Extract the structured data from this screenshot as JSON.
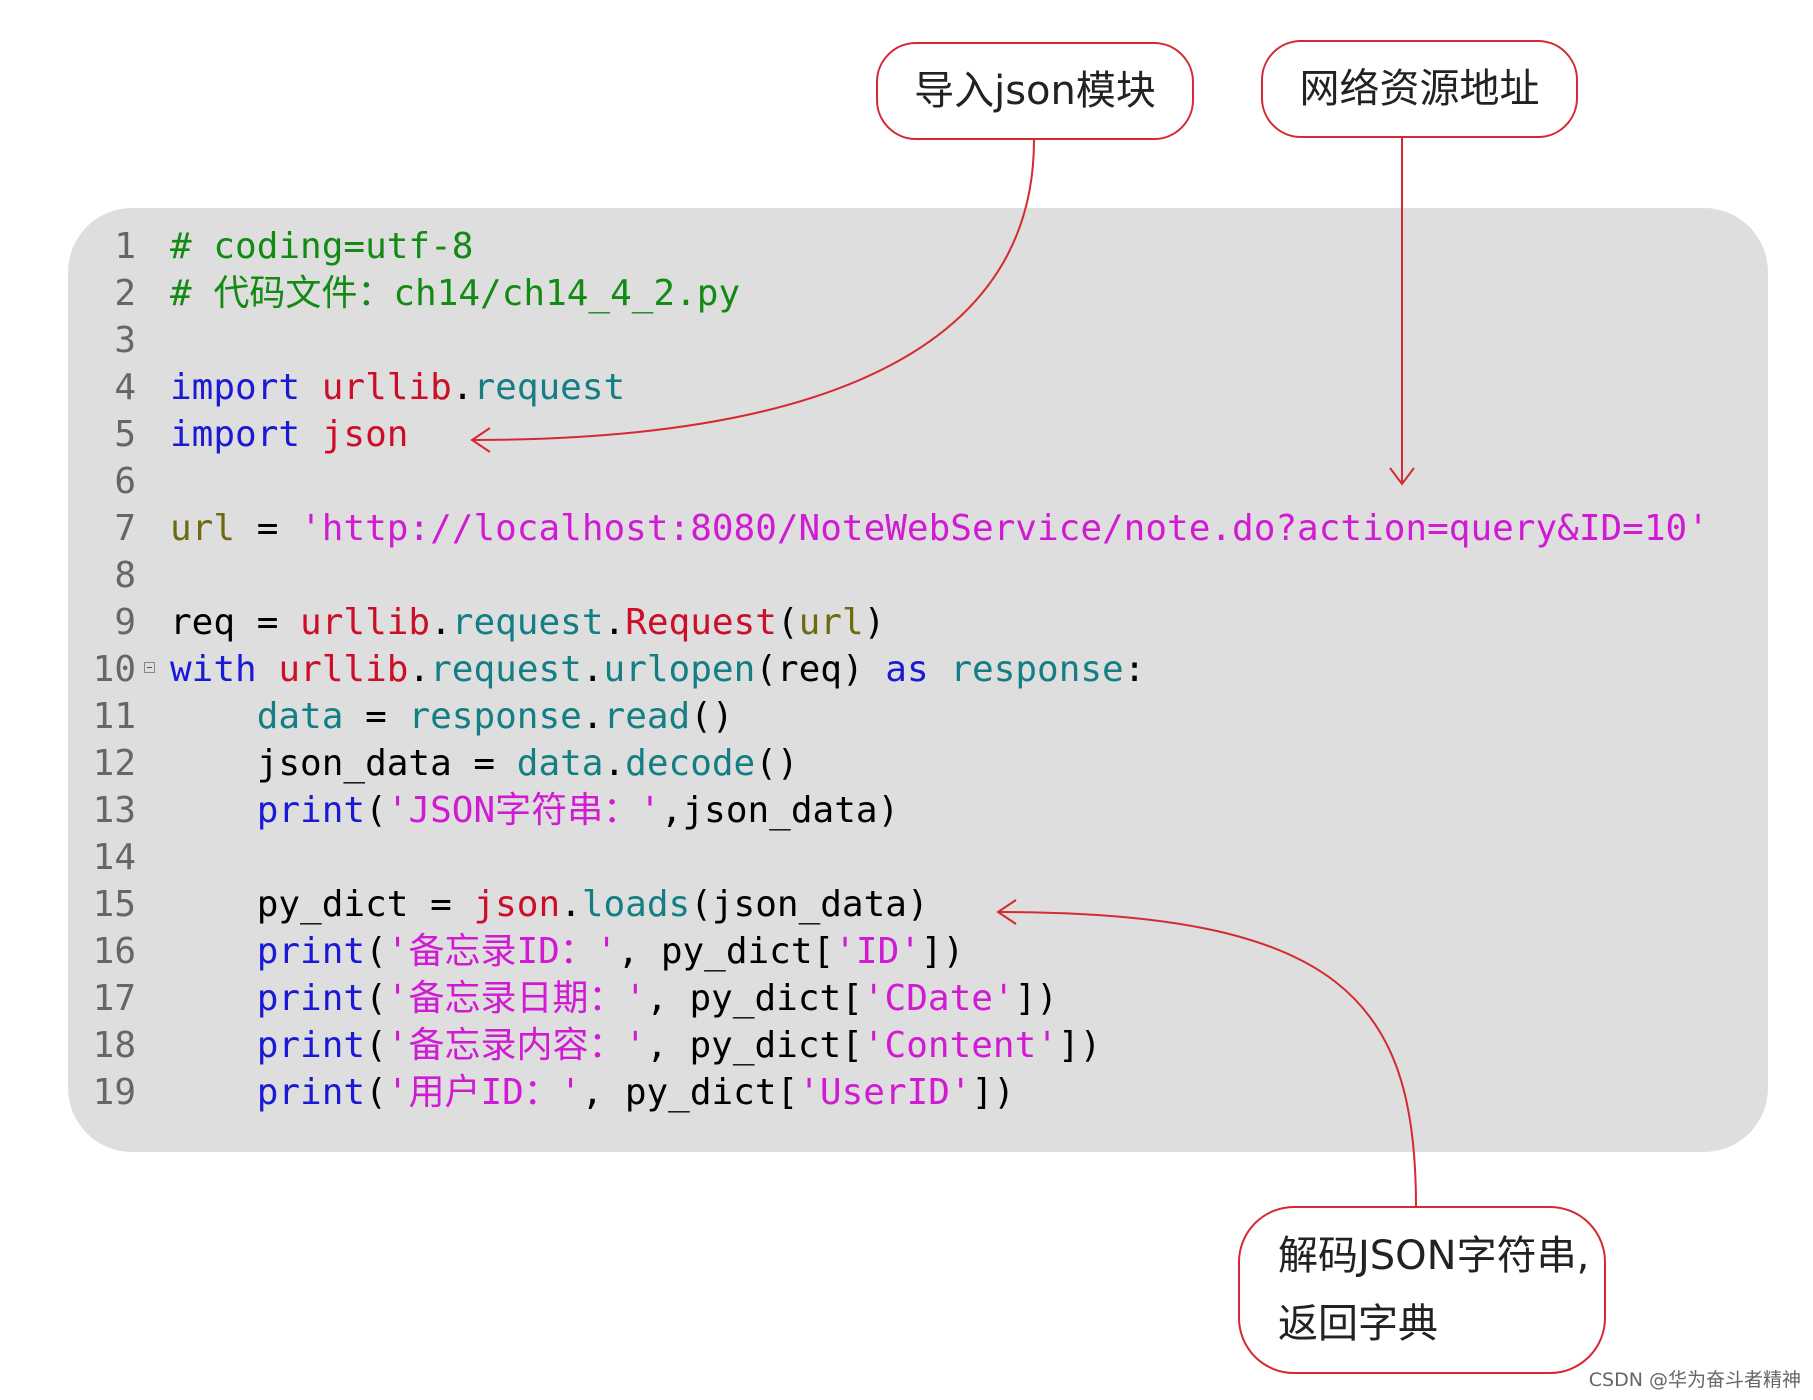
{
  "code": {
    "lines": [
      {
        "n": "1",
        "tokens": [
          {
            "t": "# coding=utf-8",
            "c": "comment"
          }
        ]
      },
      {
        "n": "2",
        "tokens": [
          {
            "t": "# 代码文件：ch14/ch14_4_2.py",
            "c": "comment"
          }
        ]
      },
      {
        "n": "3",
        "tokens": []
      },
      {
        "n": "4",
        "tokens": [
          {
            "t": "import",
            "c": "keyword"
          },
          {
            "t": " ",
            "c": "plain"
          },
          {
            "t": "urllib",
            "c": "module"
          },
          {
            "t": ".",
            "c": "plain"
          },
          {
            "t": "request",
            "c": "attr"
          }
        ]
      },
      {
        "n": "5",
        "tokens": [
          {
            "t": "import",
            "c": "keyword"
          },
          {
            "t": " ",
            "c": "plain"
          },
          {
            "t": "json",
            "c": "module"
          }
        ]
      },
      {
        "n": "6",
        "tokens": []
      },
      {
        "n": "7",
        "tokens": [
          {
            "t": "url",
            "c": "var"
          },
          {
            "t": " = ",
            "c": "plain"
          },
          {
            "t": "'http://localhost:8080/NoteWebService/note.do?action=query&ID=10'",
            "c": "string"
          }
        ]
      },
      {
        "n": "8",
        "tokens": []
      },
      {
        "n": "9",
        "tokens": [
          {
            "t": "req = ",
            "c": "plain"
          },
          {
            "t": "urllib",
            "c": "module"
          },
          {
            "t": ".",
            "c": "plain"
          },
          {
            "t": "request",
            "c": "attr"
          },
          {
            "t": ".",
            "c": "plain"
          },
          {
            "t": "Request",
            "c": "module"
          },
          {
            "t": "(",
            "c": "plain"
          },
          {
            "t": "url",
            "c": "var"
          },
          {
            "t": ")",
            "c": "plain"
          }
        ]
      },
      {
        "n": "10",
        "fold": true,
        "tokens": [
          {
            "t": "with",
            "c": "keyword"
          },
          {
            "t": " ",
            "c": "plain"
          },
          {
            "t": "urllib",
            "c": "module"
          },
          {
            "t": ".",
            "c": "plain"
          },
          {
            "t": "request",
            "c": "attr"
          },
          {
            "t": ".",
            "c": "plain"
          },
          {
            "t": "urlopen",
            "c": "attr"
          },
          {
            "t": "(req) ",
            "c": "plain"
          },
          {
            "t": "as",
            "c": "keyword"
          },
          {
            "t": " ",
            "c": "plain"
          },
          {
            "t": "response",
            "c": "attr"
          },
          {
            "t": ":",
            "c": "plain"
          }
        ]
      },
      {
        "n": "11",
        "tokens": [
          {
            "t": "    ",
            "c": "plain"
          },
          {
            "t": "data",
            "c": "attr"
          },
          {
            "t": " = ",
            "c": "plain"
          },
          {
            "t": "response",
            "c": "attr"
          },
          {
            "t": ".",
            "c": "plain"
          },
          {
            "t": "read",
            "c": "attr"
          },
          {
            "t": "()",
            "c": "plain"
          }
        ]
      },
      {
        "n": "12",
        "tokens": [
          {
            "t": "    json_data = ",
            "c": "plain"
          },
          {
            "t": "data",
            "c": "attr"
          },
          {
            "t": ".",
            "c": "plain"
          },
          {
            "t": "decode",
            "c": "attr"
          },
          {
            "t": "()",
            "c": "plain"
          }
        ]
      },
      {
        "n": "13",
        "tokens": [
          {
            "t": "    ",
            "c": "plain"
          },
          {
            "t": "print",
            "c": "keyword"
          },
          {
            "t": "(",
            "c": "plain"
          },
          {
            "t": "'JSON字符串：'",
            "c": "string"
          },
          {
            "t": ",json_data)",
            "c": "plain"
          }
        ]
      },
      {
        "n": "14",
        "tokens": []
      },
      {
        "n": "15",
        "tokens": [
          {
            "t": "    py_dict = ",
            "c": "plain"
          },
          {
            "t": "json",
            "c": "module"
          },
          {
            "t": ".",
            "c": "plain"
          },
          {
            "t": "loads",
            "c": "attr"
          },
          {
            "t": "(json_data)",
            "c": "plain"
          }
        ]
      },
      {
        "n": "16",
        "tokens": [
          {
            "t": "    ",
            "c": "plain"
          },
          {
            "t": "print",
            "c": "keyword"
          },
          {
            "t": "(",
            "c": "plain"
          },
          {
            "t": "'备忘录ID：'",
            "c": "string"
          },
          {
            "t": ", py_dict[",
            "c": "plain"
          },
          {
            "t": "'ID'",
            "c": "string"
          },
          {
            "t": "])",
            "c": "plain"
          }
        ]
      },
      {
        "n": "17",
        "tokens": [
          {
            "t": "    ",
            "c": "plain"
          },
          {
            "t": "print",
            "c": "keyword"
          },
          {
            "t": "(",
            "c": "plain"
          },
          {
            "t": "'备忘录日期：'",
            "c": "string"
          },
          {
            "t": ", py_dict[",
            "c": "plain"
          },
          {
            "t": "'CDate'",
            "c": "string"
          },
          {
            "t": "])",
            "c": "plain"
          }
        ]
      },
      {
        "n": "18",
        "tokens": [
          {
            "t": "    ",
            "c": "plain"
          },
          {
            "t": "print",
            "c": "keyword"
          },
          {
            "t": "(",
            "c": "plain"
          },
          {
            "t": "'备忘录内容：'",
            "c": "string"
          },
          {
            "t": ", py_dict[",
            "c": "plain"
          },
          {
            "t": "'Content'",
            "c": "string"
          },
          {
            "t": "])",
            "c": "plain"
          }
        ]
      },
      {
        "n": "19",
        "tokens": [
          {
            "t": "    ",
            "c": "plain"
          },
          {
            "t": "print",
            "c": "keyword"
          },
          {
            "t": "(",
            "c": "plain"
          },
          {
            "t": "'用户ID：'",
            "c": "string"
          },
          {
            "t": ", py_dict[",
            "c": "plain"
          },
          {
            "t": "'UserID'",
            "c": "string"
          },
          {
            "t": "])",
            "c": "plain"
          }
        ]
      }
    ]
  },
  "callouts": {
    "import_json": "导入json模块",
    "url_resource": "网络资源地址",
    "decode_line1": "解码JSON字符串,",
    "decode_line2": "返回字典"
  },
  "watermark": "CSDN @华为奋斗者精神",
  "colors": {
    "comment": "#138a13",
    "keyword": "#1a1ad6",
    "module": "#cc0e29",
    "attribute": "#137e83",
    "string": "#d11ad3",
    "variable": "#6f6a12",
    "callout_border": "#d52a32",
    "panel_background": "#dedede"
  }
}
